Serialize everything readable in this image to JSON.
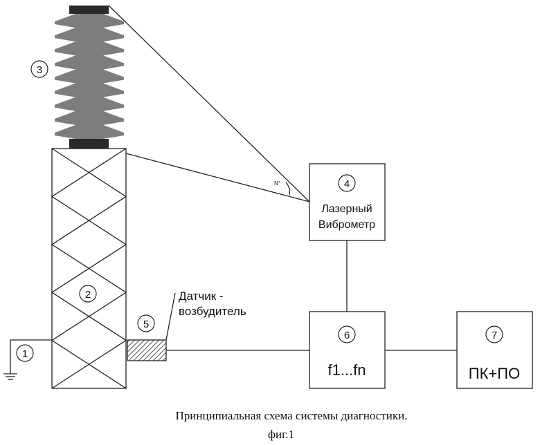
{
  "labels": {
    "n1": "1",
    "n2": "2",
    "n3": "3",
    "n4": "4",
    "n5": "5",
    "n6": "6",
    "n7": "7"
  },
  "box4": {
    "line1": "Лазерный",
    "line2": "Виброметр"
  },
  "box6": {
    "text": "f1...fn"
  },
  "box7": {
    "text": "ПК+ПО"
  },
  "sensor": {
    "line1": "Датчик -",
    "line2": "возбудитель"
  },
  "angle_label": "N°",
  "caption": {
    "title": "Принципиальная схема системы диагностики.",
    "fig": "фиг.1"
  },
  "colors": {
    "insulator": "#7d7d7d",
    "cap": "#2a2a2a",
    "line": "#222222"
  }
}
